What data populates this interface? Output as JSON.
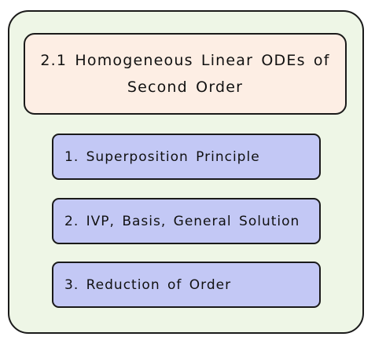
{
  "title": {
    "line1": "2.1 Homogeneous Linear ODEs of",
    "line2": "Second Order"
  },
  "topics": [
    {
      "label": "1. Superposition Principle"
    },
    {
      "label": "2. IVP, Basis, General Solution"
    },
    {
      "label": "3. Reduction of Order"
    }
  ],
  "colors": {
    "outer_background": "#eef6e6",
    "title_background": "#fdeee4",
    "topic_background": "#c3c8f5",
    "border": "#1a1a1a"
  }
}
